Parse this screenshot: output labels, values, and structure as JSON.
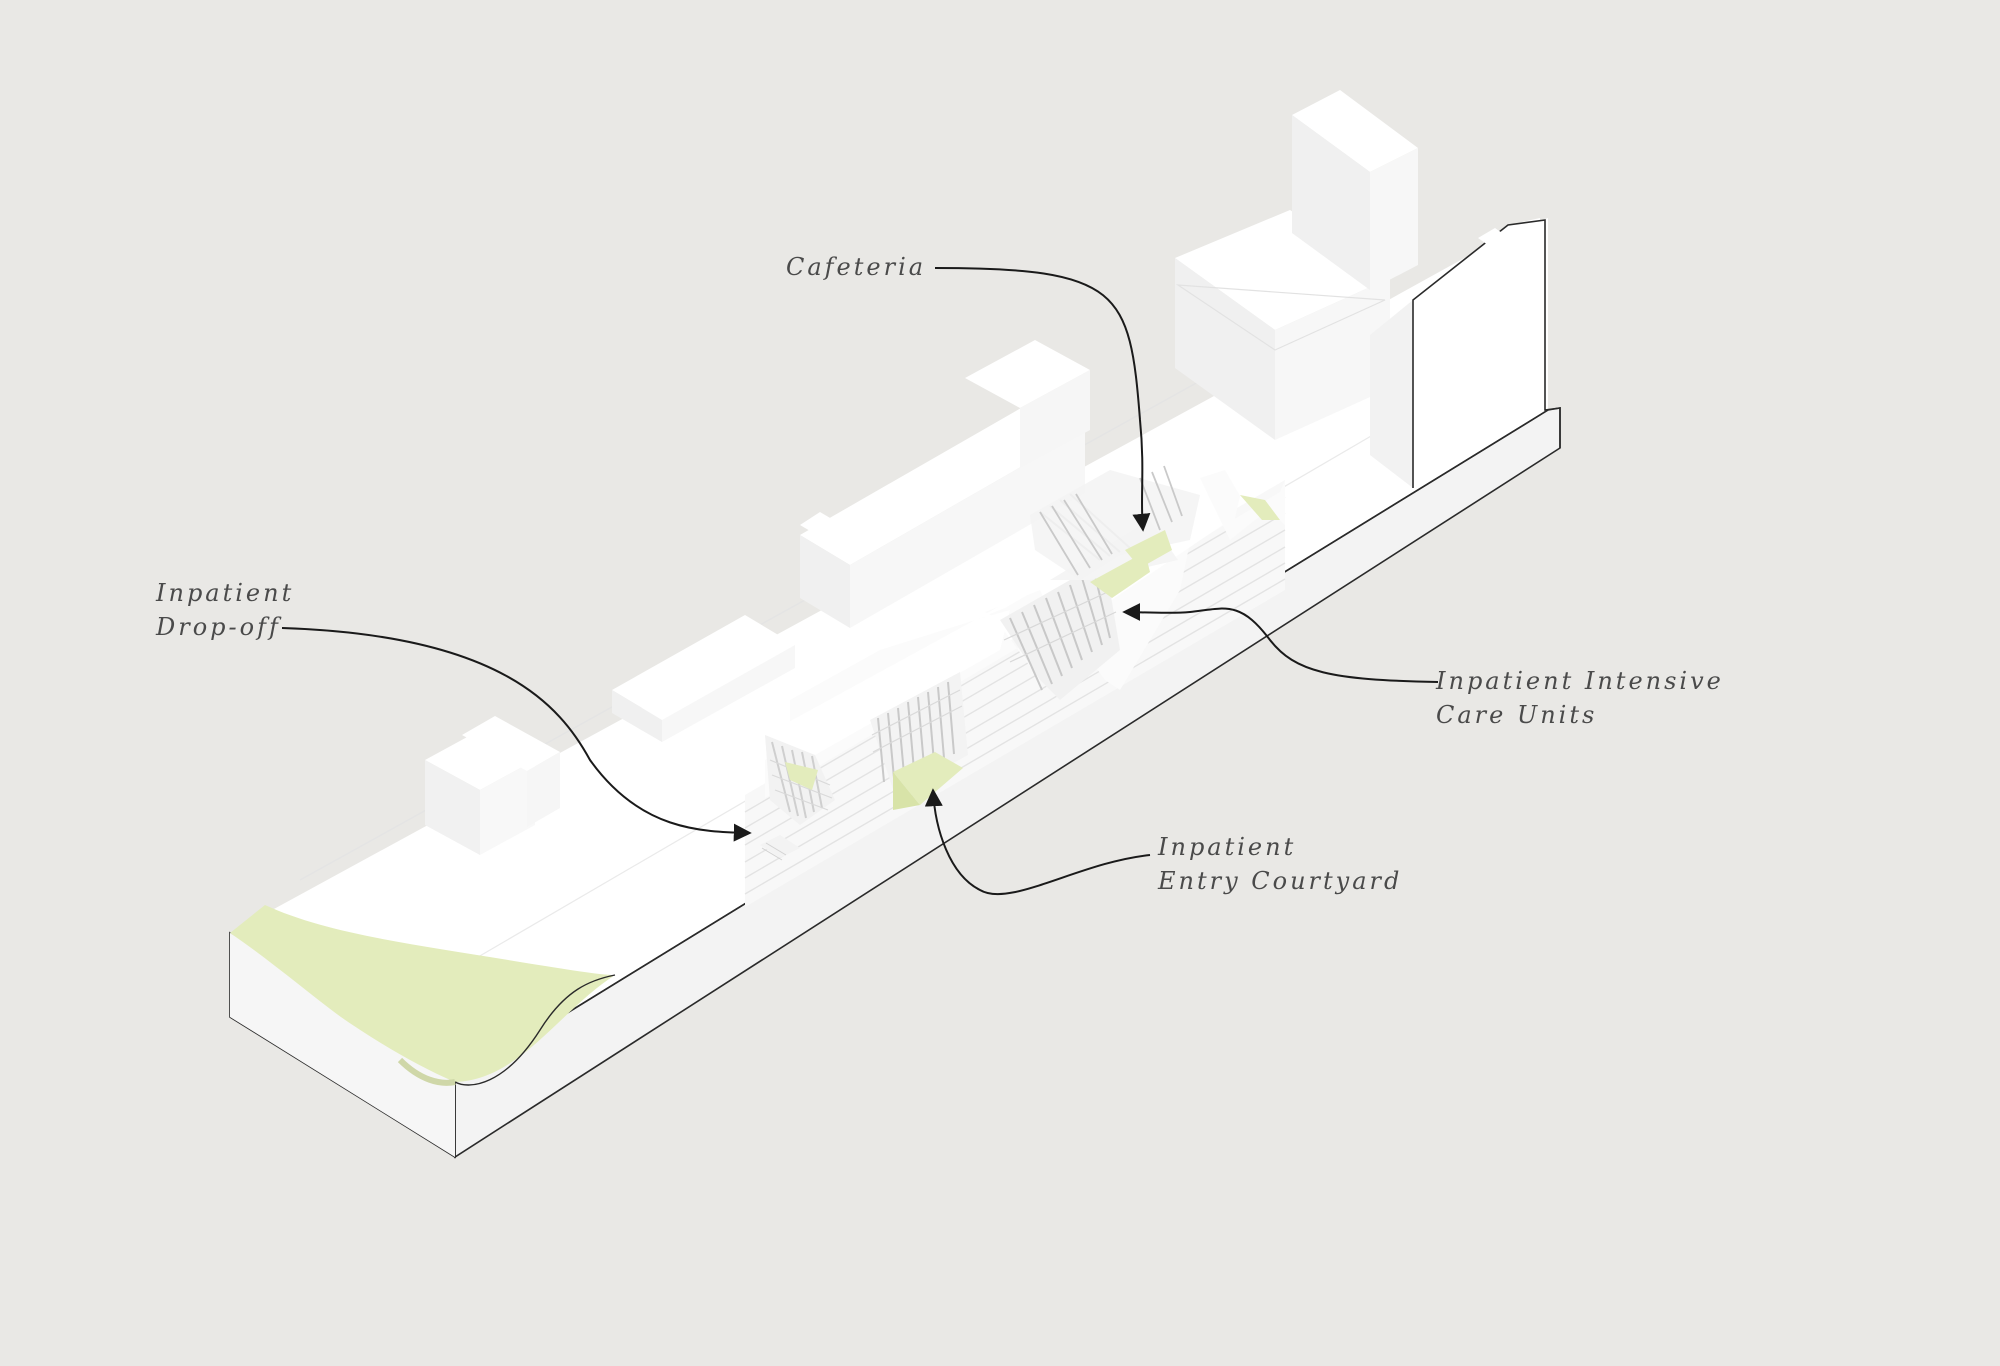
{
  "labels": {
    "cafeteria": {
      "lines": [
        "Cafeteria"
      ]
    },
    "inpatient_dropoff": {
      "lines": [
        "Inpatient",
        "Drop-off"
      ]
    },
    "inpatient_icu": {
      "lines": [
        "Inpatient Intensive",
        "Care Units"
      ]
    },
    "inpatient_entry_courtyard": {
      "lines": [
        "Inpatient",
        "Entry Courtyard"
      ]
    }
  },
  "colors": {
    "background": "#e9e8e5",
    "massing": "#ffffff",
    "massing_shade": "#f4f4f4",
    "massing_dark": "#ececec",
    "landscape": "#e3ecbc",
    "leader": "#1a1a1a",
    "label_text": "#4a4a4a"
  }
}
